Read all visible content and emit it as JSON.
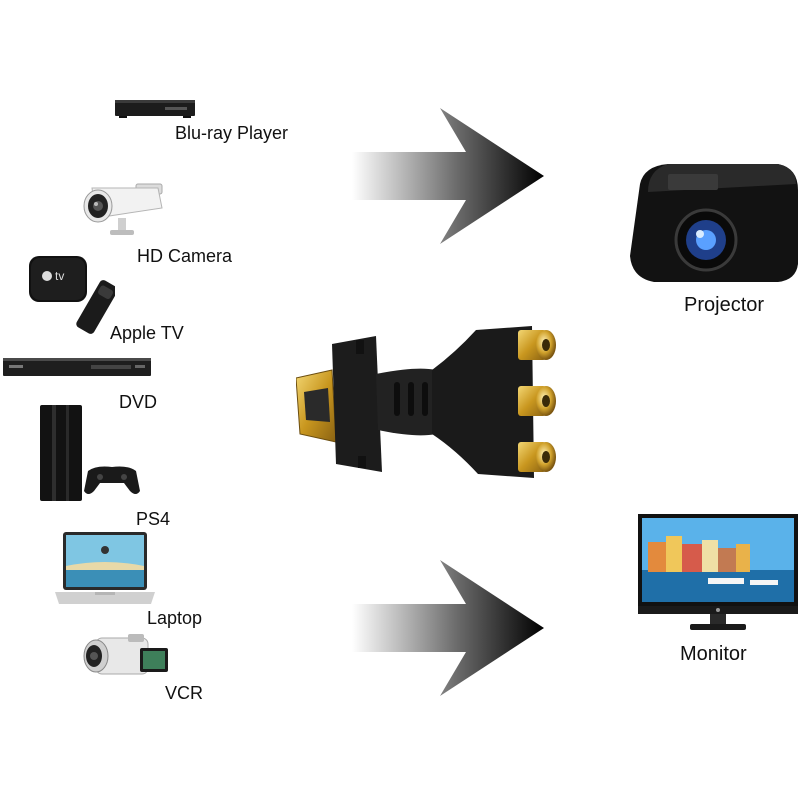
{
  "sources": [
    {
      "label": "Blu-ray Player",
      "icon": "blu-ray-player-icon"
    },
    {
      "label": "HD Camera",
      "icon": "cctv-camera-icon"
    },
    {
      "label": "Apple TV",
      "icon": "apple-tv-icon"
    },
    {
      "label": "DVD",
      "icon": "dvd-player-icon"
    },
    {
      "label": "PS4",
      "icon": "ps4-console-icon"
    },
    {
      "label": "Laptop",
      "icon": "laptop-icon"
    },
    {
      "label": "VCR",
      "icon": "camcorder-icon"
    }
  ],
  "destinations": [
    {
      "label": "Projector",
      "icon": "projector-icon"
    },
    {
      "label": "Monitor",
      "icon": "monitor-icon"
    }
  ],
  "center": {
    "icon": "hdmi-to-rca-adapter-icon"
  },
  "apple_tv_mark": "tv",
  "colors": {
    "device_black": "#1a1a1a",
    "gold": "#d4a82a",
    "arrow_dark": "#000000"
  }
}
